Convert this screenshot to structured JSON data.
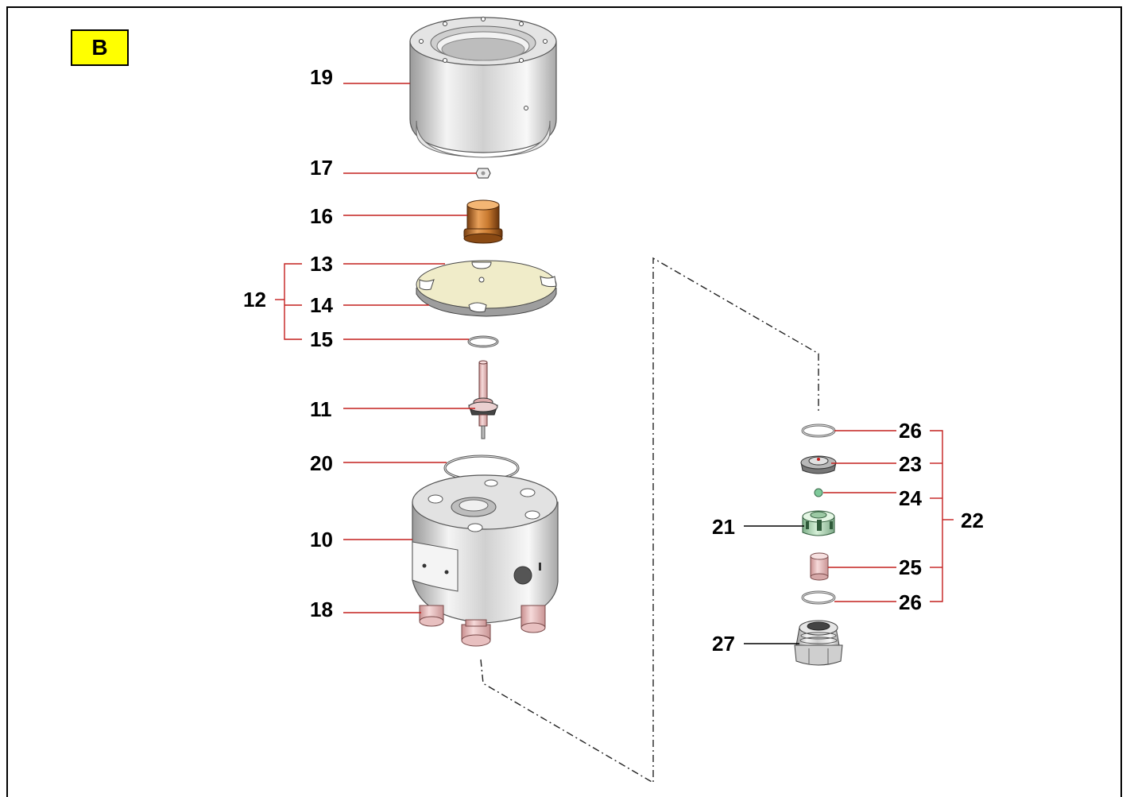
{
  "section_badge": "B",
  "labels": {
    "l19": "19",
    "l17": "17",
    "l16": "16",
    "l13": "13",
    "l12": "12",
    "l14": "14",
    "l15": "15",
    "l11": "11",
    "l20": "20",
    "l10": "10",
    "l18": "18",
    "l26a": "26",
    "l23": "23",
    "l24": "24",
    "l21": "21",
    "l22": "22",
    "l25": "25",
    "l26b": "26",
    "l27": "27"
  },
  "colors": {
    "leader_line": "#c4201e",
    "badge_fill": "#ffff00"
  }
}
